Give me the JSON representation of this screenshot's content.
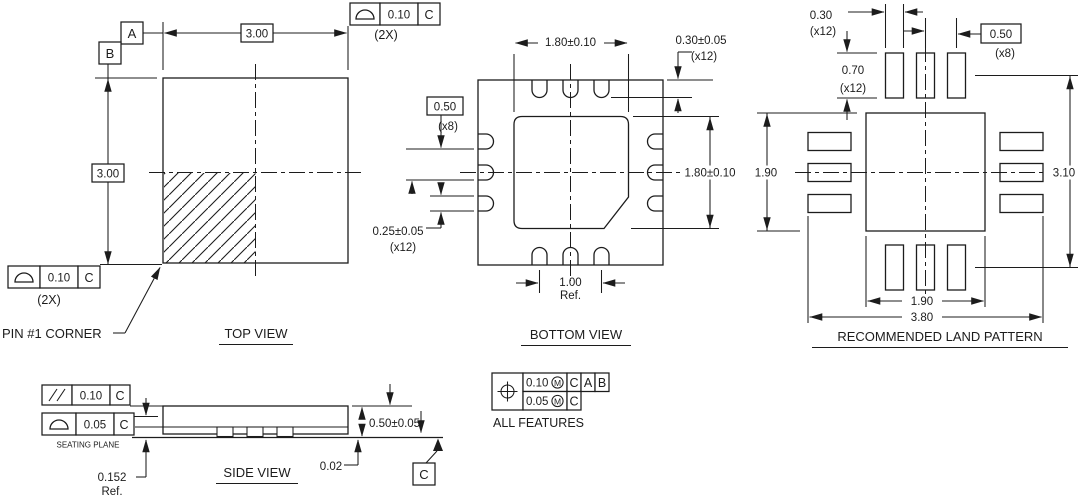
{
  "top_view": {
    "title": "TOP VIEW",
    "datum_a": "A",
    "datum_b": "B",
    "dim_width": "3.00",
    "dim_height": "3.00",
    "fcf_top": {
      "value": "0.10",
      "datum": "C",
      "qty": "(2X)"
    },
    "fcf_left": {
      "value": "0.10",
      "datum": "C",
      "qty": "(2X)"
    },
    "pin1_label": "PIN #1 CORNER"
  },
  "bottom_view": {
    "title": "BOTTOM VIEW",
    "dim_epad_width": "1.80±0.10",
    "dim_epad_height": "1.80±0.10",
    "dim_lead_length": "0.30±0.05",
    "dim_lead_length_qty": "(x12)",
    "dim_lead_width": "0.25±0.05",
    "dim_lead_width_qty": "(x12)",
    "dim_pitch": "0.50",
    "dim_pitch_qty": "(x8)",
    "dim_center": "1.00",
    "dim_center_suffix": "Ref."
  },
  "land_pattern": {
    "title": "RECOMMENDED LAND PATTERN",
    "dim_pad_width": "0.30",
    "dim_pad_width_qty": "(x12)",
    "dim_pad_length": "0.70",
    "dim_pad_length_qty": "(x12)",
    "dim_pitch": "0.50",
    "dim_pitch_qty": "(x8)",
    "dim_center_pad_h": "1.90",
    "dim_center_pad_w": "1.90",
    "dim_row_span": "3.10",
    "dim_overall": "3.80"
  },
  "side_view": {
    "title": "SIDE VIEW",
    "fcf_parallelism": {
      "value": "0.10",
      "datum": "C"
    },
    "fcf_profile": {
      "value": "0.05",
      "datum": "C"
    },
    "seating_plane_label": "SEATING PLANE",
    "dim_height": "0.50±0.05",
    "dim_standoff": "0.02",
    "dim_lead_thickness": "0.152",
    "dim_lead_thickness_suffix": "Ref.",
    "datum_c": "C"
  },
  "position_fcf": {
    "row1_value": "0.10",
    "row1_modifier": "M",
    "row1_datum1": "C",
    "row1_datum2": "A",
    "row1_datum3": "B",
    "row2_value": "0.05",
    "row2_modifier": "M",
    "row2_datum1": "C",
    "label": "ALL FEATURES"
  }
}
